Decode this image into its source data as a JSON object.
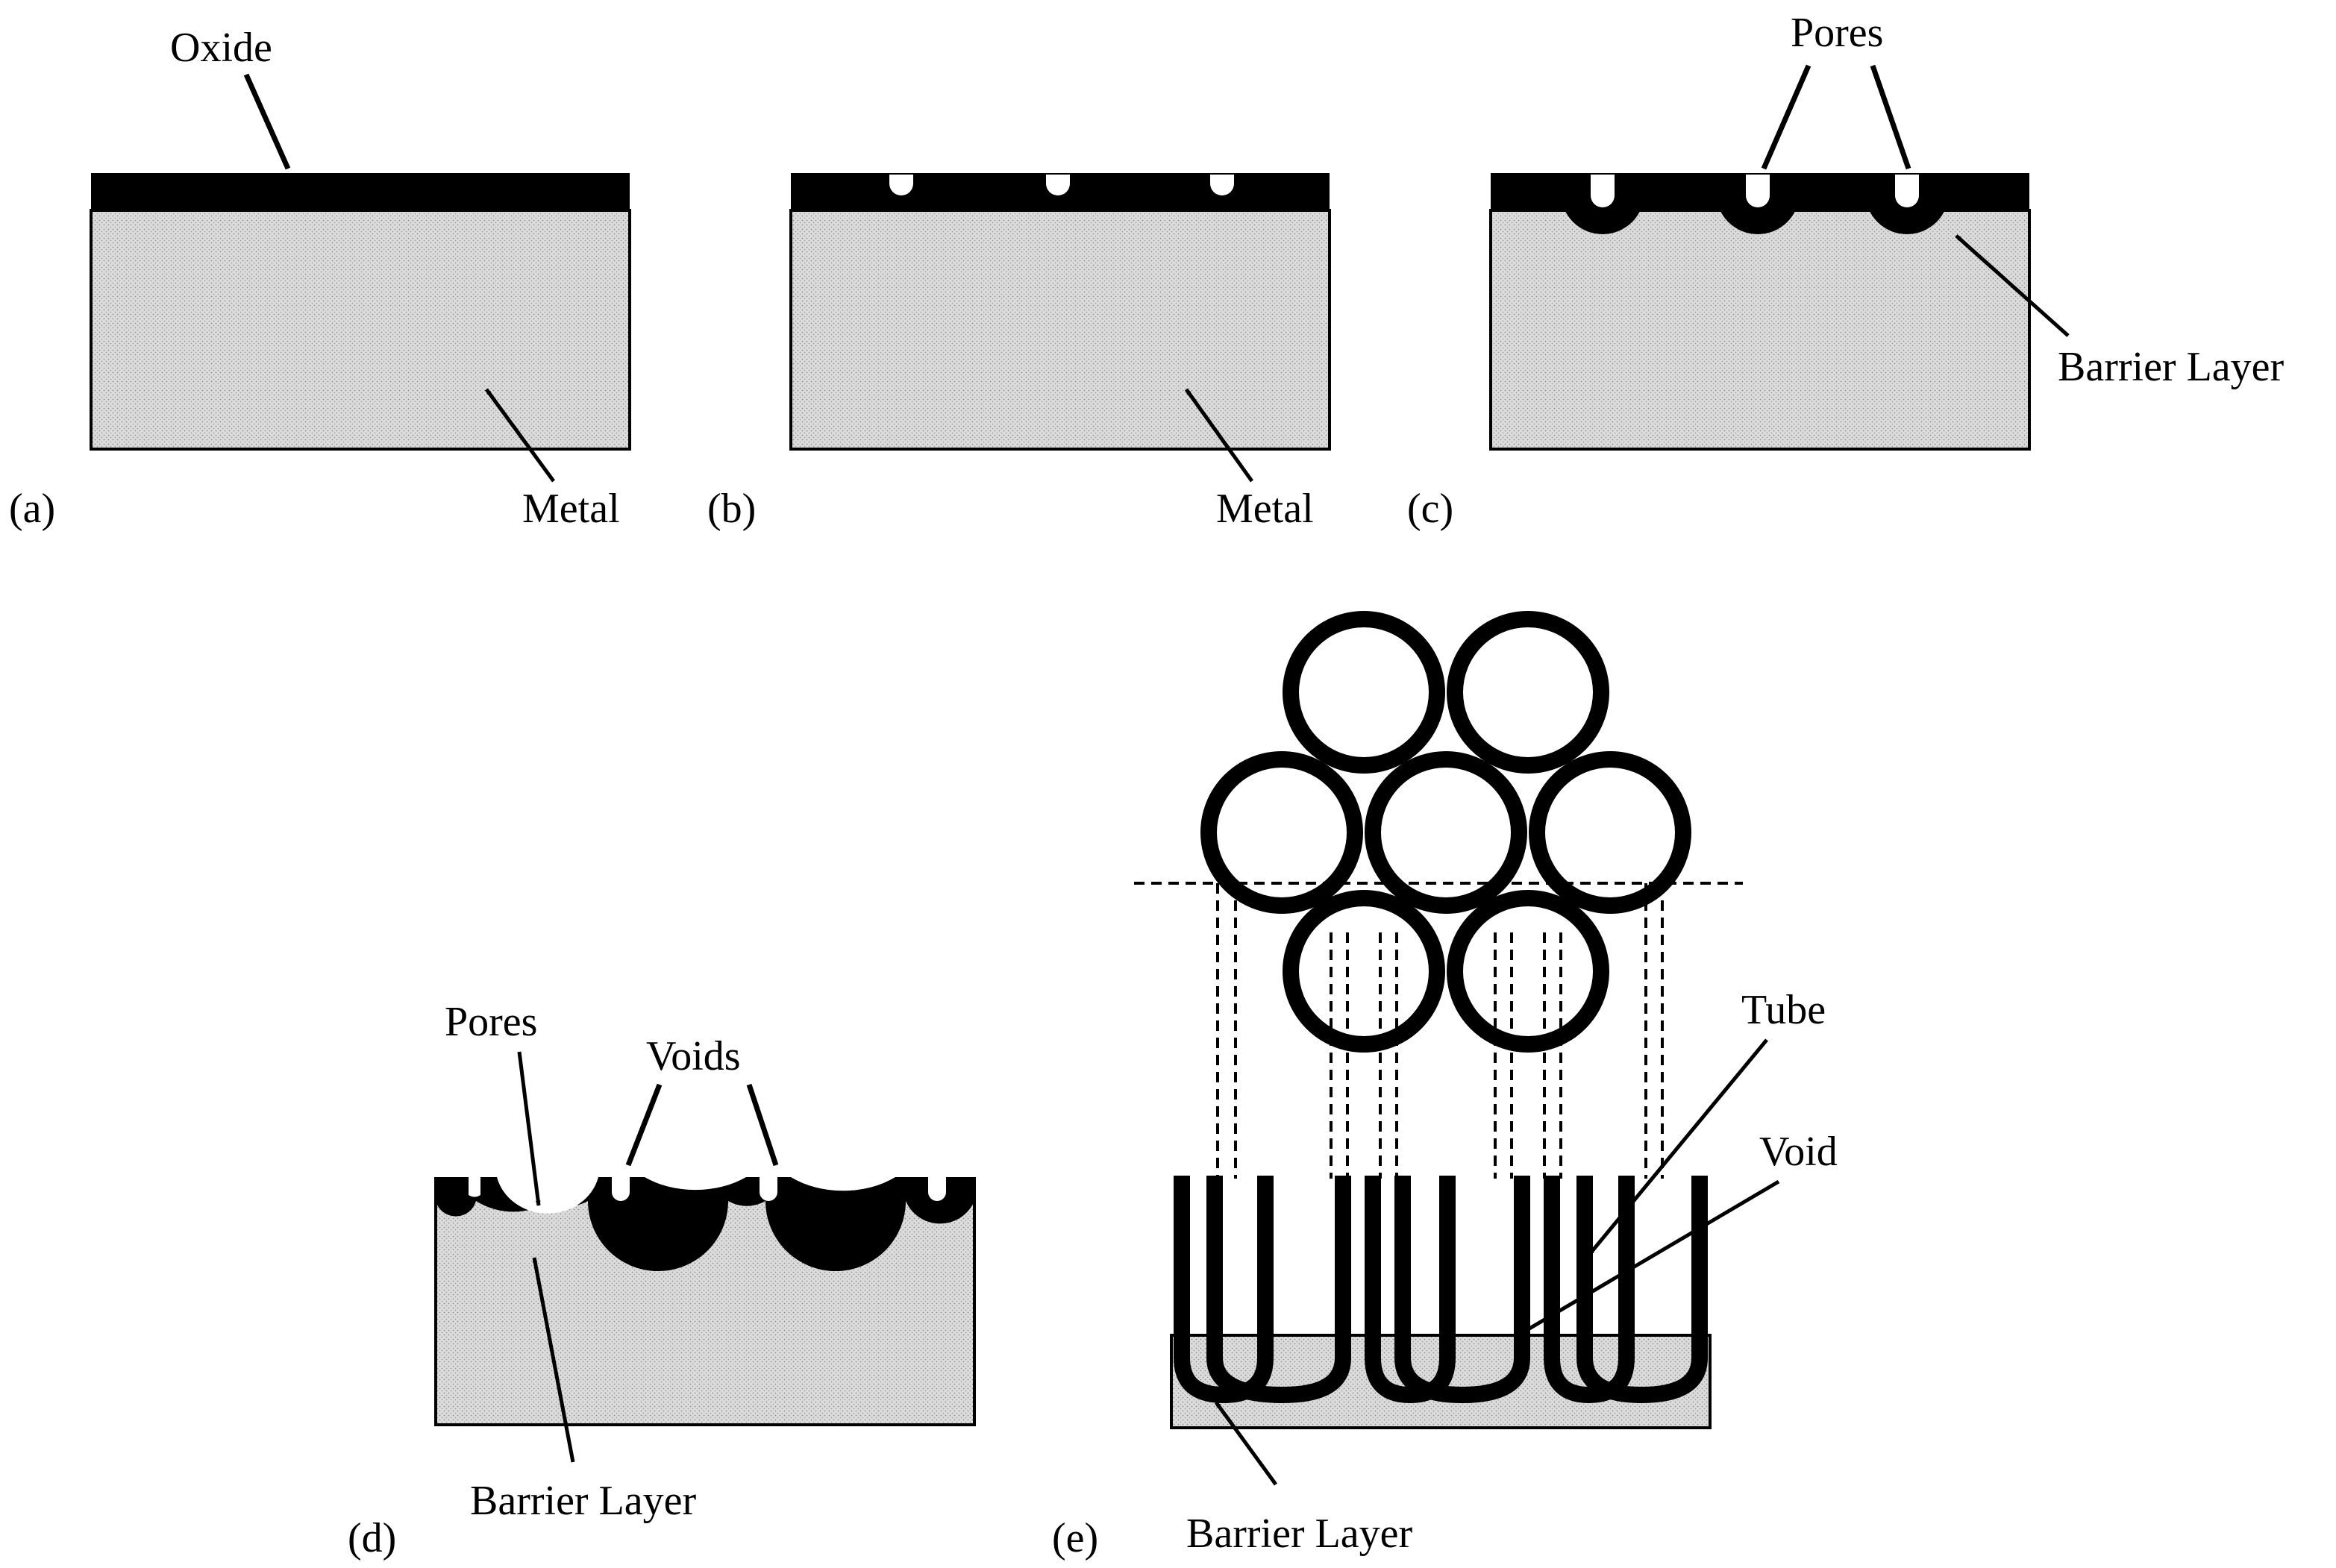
{
  "figure": {
    "colors": {
      "ink": "#000000",
      "metal_fill": "#dcdcdc",
      "background": "#ffffff"
    },
    "panels": {
      "a": {
        "tag": "(a)",
        "oxide_label": "Oxide",
        "metal_label": "Metal"
      },
      "b": {
        "tag": "(b)",
        "metal_label": "Metal"
      },
      "c": {
        "tag": "(c)",
        "pores_label": "Pores",
        "barrier_label": "Barrier Layer"
      },
      "d": {
        "tag": "(d)",
        "pores_label": "Pores",
        "voids_label": "Voids",
        "barrier_label": "Barrier Layer"
      },
      "e": {
        "tag": "(e)",
        "tube_label": "Tube",
        "void_label": "Void",
        "barrier_label": "Barrier Layer"
      }
    }
  }
}
